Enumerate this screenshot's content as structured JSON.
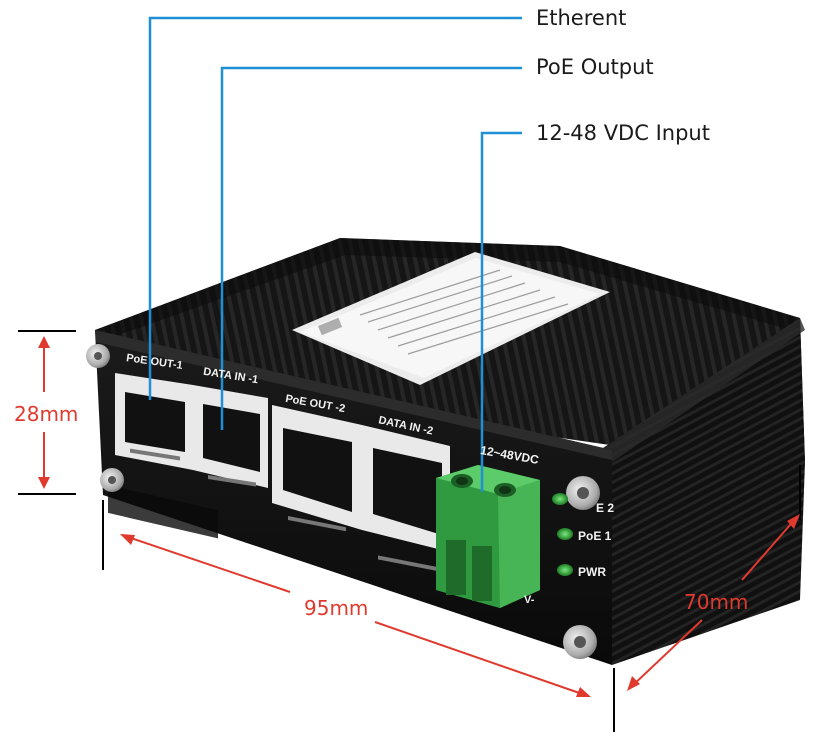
{
  "callouts": {
    "ethernet": "Etherent",
    "poe_output": "PoE Output",
    "dc_input": "12-48 VDC Input"
  },
  "dimensions": {
    "height": "28mm",
    "width": "95mm",
    "depth": "70mm"
  },
  "ports": [
    {
      "label": "PoE OUT-1"
    },
    {
      "label": "DATA IN -1"
    },
    {
      "label": "PoE OUT -2"
    },
    {
      "label": "DATA IN -2"
    }
  ],
  "power": {
    "vdc_label": "12~48VDC",
    "minus_label": "V-"
  },
  "leds": [
    {
      "label": "E 2"
    },
    {
      "label": "PoE 1"
    },
    {
      "label": "PWR"
    }
  ],
  "colors": {
    "leader": "#1f8fd6",
    "dimension": "#e03a2f",
    "housing": "#141414",
    "terminal": "#3aa84a",
    "led": "#25b02f"
  }
}
